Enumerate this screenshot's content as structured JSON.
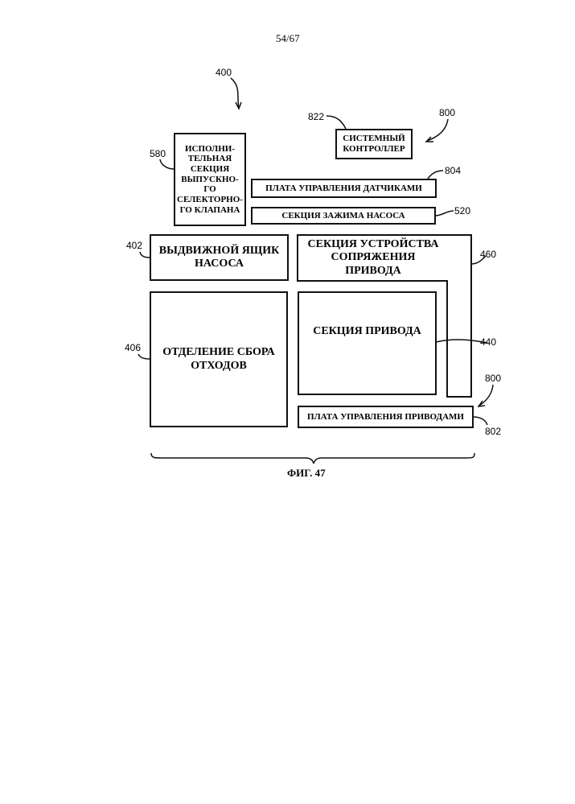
{
  "page_number": "54/67",
  "figure_caption": "ФИГ. 47",
  "boxes": {
    "valve_section": "ИСПОЛНИ-ТЕЛЬНАЯ СЕКЦИЯ ВЫПУСКНО-ГО СЕЛЕКТОРНО-ГО КЛАПАНА",
    "system_controller": "СИСТЕМНЫЙ КОНТРОЛЛЕР",
    "sensor_board": "ПЛАТА УПРАВЛЕНИЯ ДАТЧИКАМИ",
    "pump_clamp": "СЕКЦИЯ ЗАЖИМА НАСОСА",
    "pump_drawer": "ВЫДВИЖНОЙ ЯЩИК НАСОСА",
    "drive_interface": "СЕКЦИЯ УСТРОЙСТВА СОПРЯЖЕНИЯ ПРИВОДА",
    "drive_section": "СЕКЦИЯ ПРИВОДА",
    "waste": "ОТДЕЛЕНИЕ СБОРА ОТХОДОВ",
    "drive_board": "ПЛАТА УПРАВЛЕНИЯ ПРИВОДАМИ"
  },
  "refs": {
    "r400": "400",
    "r822": "822",
    "r800a": "800",
    "r580": "580",
    "r804": "804",
    "r520": "520",
    "r402": "402",
    "r460": "460",
    "r406": "406",
    "r440": "440",
    "r800b": "800",
    "r802": "802"
  }
}
